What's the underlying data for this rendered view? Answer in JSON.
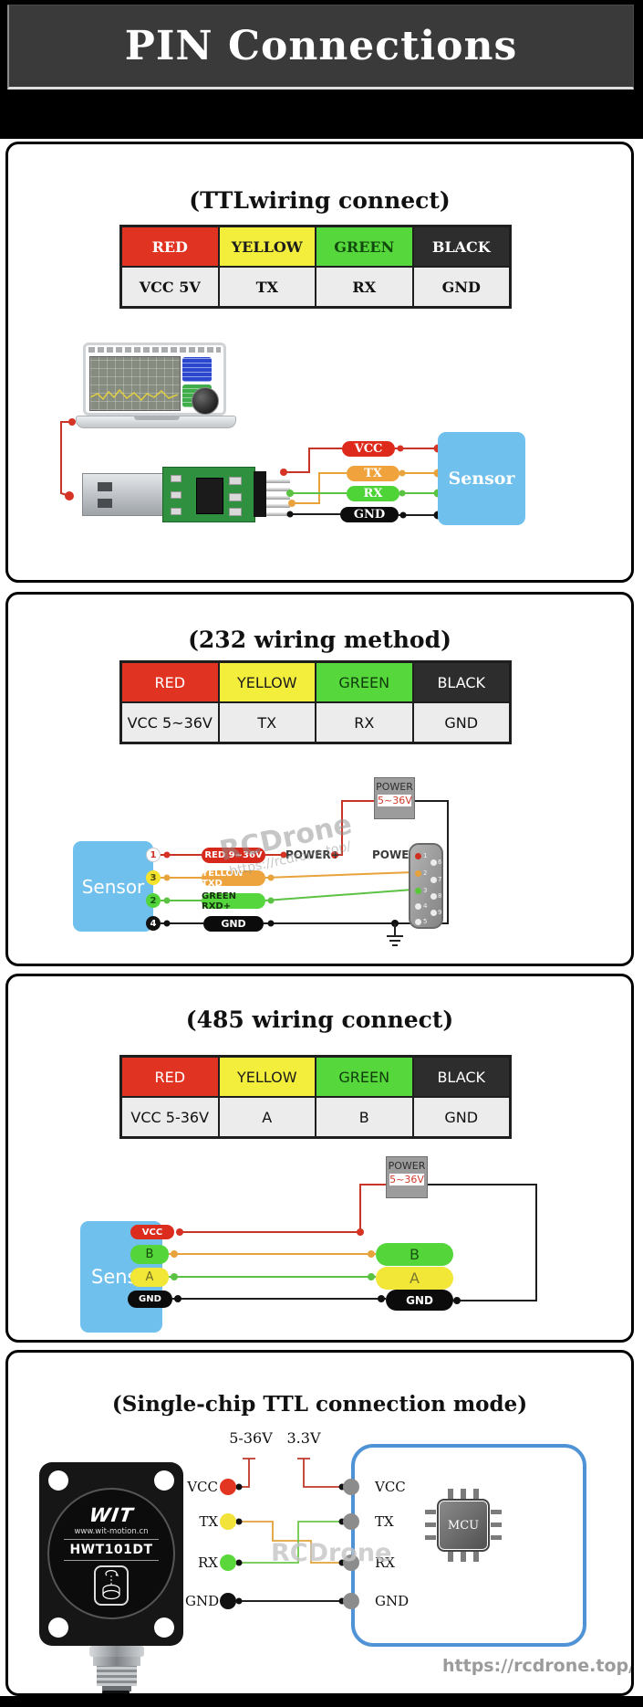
{
  "header": {
    "title": "PIN Connections"
  },
  "colors": {
    "header_bg": "#3a3a3a",
    "card_border": "#000000",
    "table_red": "#e13322",
    "table_yellow": "#f3ee3b",
    "table_green": "#56d83c",
    "table_black": "#2d2d2d",
    "sensor_blue": "#70c0ed",
    "wire_red": "#c83425",
    "wire_orange": "#e8a33d",
    "wire_green": "#5cc244",
    "wire_black": "#1e1e1e",
    "mcu_border_blue": "#4f93d6",
    "watermark_gray": "#9b9b9b"
  },
  "sections": [
    {
      "title": "(TTLwiring connect)",
      "table": {
        "headers": [
          "RED",
          "YELLOW",
          "GREEN",
          "BLACK"
        ],
        "values": [
          "VCC  5V",
          "TX",
          "RX",
          "GND"
        ]
      },
      "diagram": {
        "sensor": "Sensor",
        "pills": [
          "VCC",
          "TX",
          "RX",
          "GND"
        ]
      }
    },
    {
      "title": "(232 wiring method)",
      "table": {
        "headers": [
          "RED",
          "YELLOW",
          "GREEN",
          "BLACK"
        ],
        "values": [
          "VCC  5~36V",
          "TX",
          "RX",
          "GND"
        ]
      },
      "diagram": {
        "sensor": "Sensor",
        "sensor_pins": [
          "1",
          "3",
          "2",
          "4"
        ],
        "pills": [
          "RED 9~36V",
          "YELLOW TXD",
          "GREEN RXD+",
          "GND"
        ],
        "power_box": {
          "title": "POWER",
          "voltage": "5~36V"
        },
        "power_plus": "POWER+",
        "power_label": "POWER",
        "db9_left": [
          "1",
          "2",
          "3",
          "4",
          "5"
        ],
        "db9_right": [
          "6",
          "7",
          "8",
          "9"
        ],
        "watermark": "RCDrone",
        "watermark_url": "https://rcdrone.top/"
      }
    },
    {
      "title": "(485 wiring connect)",
      "table": {
        "headers": [
          "RED",
          "YELLOW",
          "GREEN",
          "BLACK"
        ],
        "values": [
          "VCC  5-36V",
          "A",
          "B",
          "GND"
        ]
      },
      "diagram": {
        "sensor": "Sensor",
        "left_pills": [
          "VCC",
          "B",
          "A",
          "GND"
        ],
        "right_pills": [
          "B",
          "A",
          "GND"
        ],
        "power_box": {
          "title": "POWER",
          "voltage": "5~36V"
        }
      }
    },
    {
      "title": "(Single-chip TTL connection mode)",
      "diagram": {
        "voltages": [
          "5-36V",
          "3.3V"
        ],
        "device": {
          "brand": "WIT",
          "website": "www.wit-motion.cn",
          "model": "HWT101DT"
        },
        "sensor_pins": [
          "VCC",
          "TX",
          "RX",
          "GND"
        ],
        "mcu_pins": [
          "VCC",
          "TX",
          "RX",
          "GND"
        ],
        "chip": "MCU",
        "watermark": "RCDrone",
        "url": "https://rcdrone.top/"
      }
    }
  ]
}
